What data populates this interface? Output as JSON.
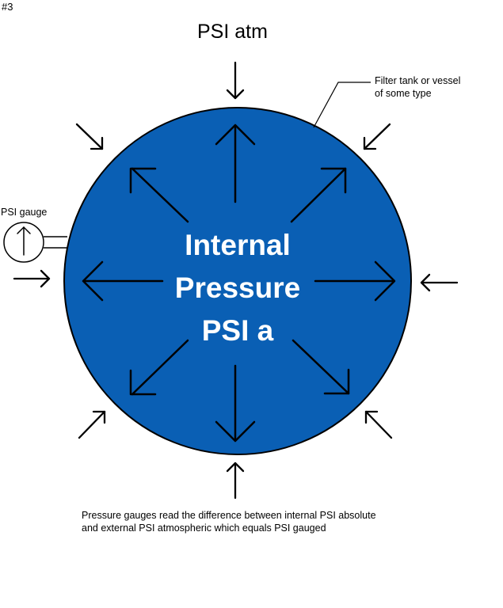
{
  "page_number": "#3",
  "title": "PSI atm",
  "vessel": {
    "callout_lines": [
      "Filter tank or vessel",
      "of some type"
    ],
    "fill_color": "#0a5fb4",
    "label_lines": [
      "Internal",
      "Pressure",
      "PSI a"
    ]
  },
  "gauge": {
    "label": "PSI gauge"
  },
  "caption_lines": [
    "Pressure gauges read the difference between internal PSI absolute",
    "and external PSI atmospheric which equals PSI gauged"
  ]
}
